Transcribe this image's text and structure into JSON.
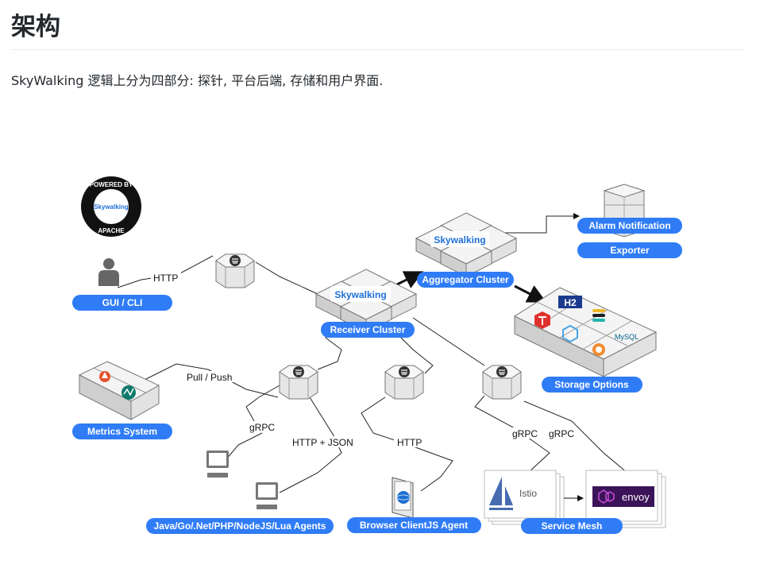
{
  "page": {
    "heading": "架构",
    "intro": "SkyWalking 逻辑上分为四部分: 探针, 平台后端, 存储和用户界面."
  },
  "diagram": {
    "accent": "#2f7cf6",
    "badge": {
      "top_text": "POWERED BY",
      "brand": "Skywalking",
      "bottom_text": "APACHE"
    },
    "nodes": {
      "gui_cli": "GUI / CLI",
      "receiver_cluster": "Receiver Cluster",
      "aggregator_cluster": "Aggregator Cluster",
      "alarm_notification": "Alarm Notification",
      "exporter": "Exporter",
      "storage_options": "Storage Options",
      "metrics_system": "Metrics System",
      "agents": "Java/Go/.Net/PHP/NodeJS/Lua Agents",
      "browser_agent": "Browser ClientJS Agent",
      "service_mesh": "Service Mesh"
    },
    "cluster_logo": "Skywalking",
    "edges": {
      "http_gui": "HTTP",
      "pull_push": "Pull / Push",
      "grpc_agents": "gRPC",
      "http_json": "HTTP + JSON",
      "http_browser": "HTTP",
      "grpc_istio": "gRPC",
      "grpc_envoy": "gRPC"
    },
    "storage_logos": {
      "h2": "H2",
      "mysql": "MySQL"
    },
    "mesh": {
      "istio": "Istio",
      "envoy": "envoy"
    }
  }
}
